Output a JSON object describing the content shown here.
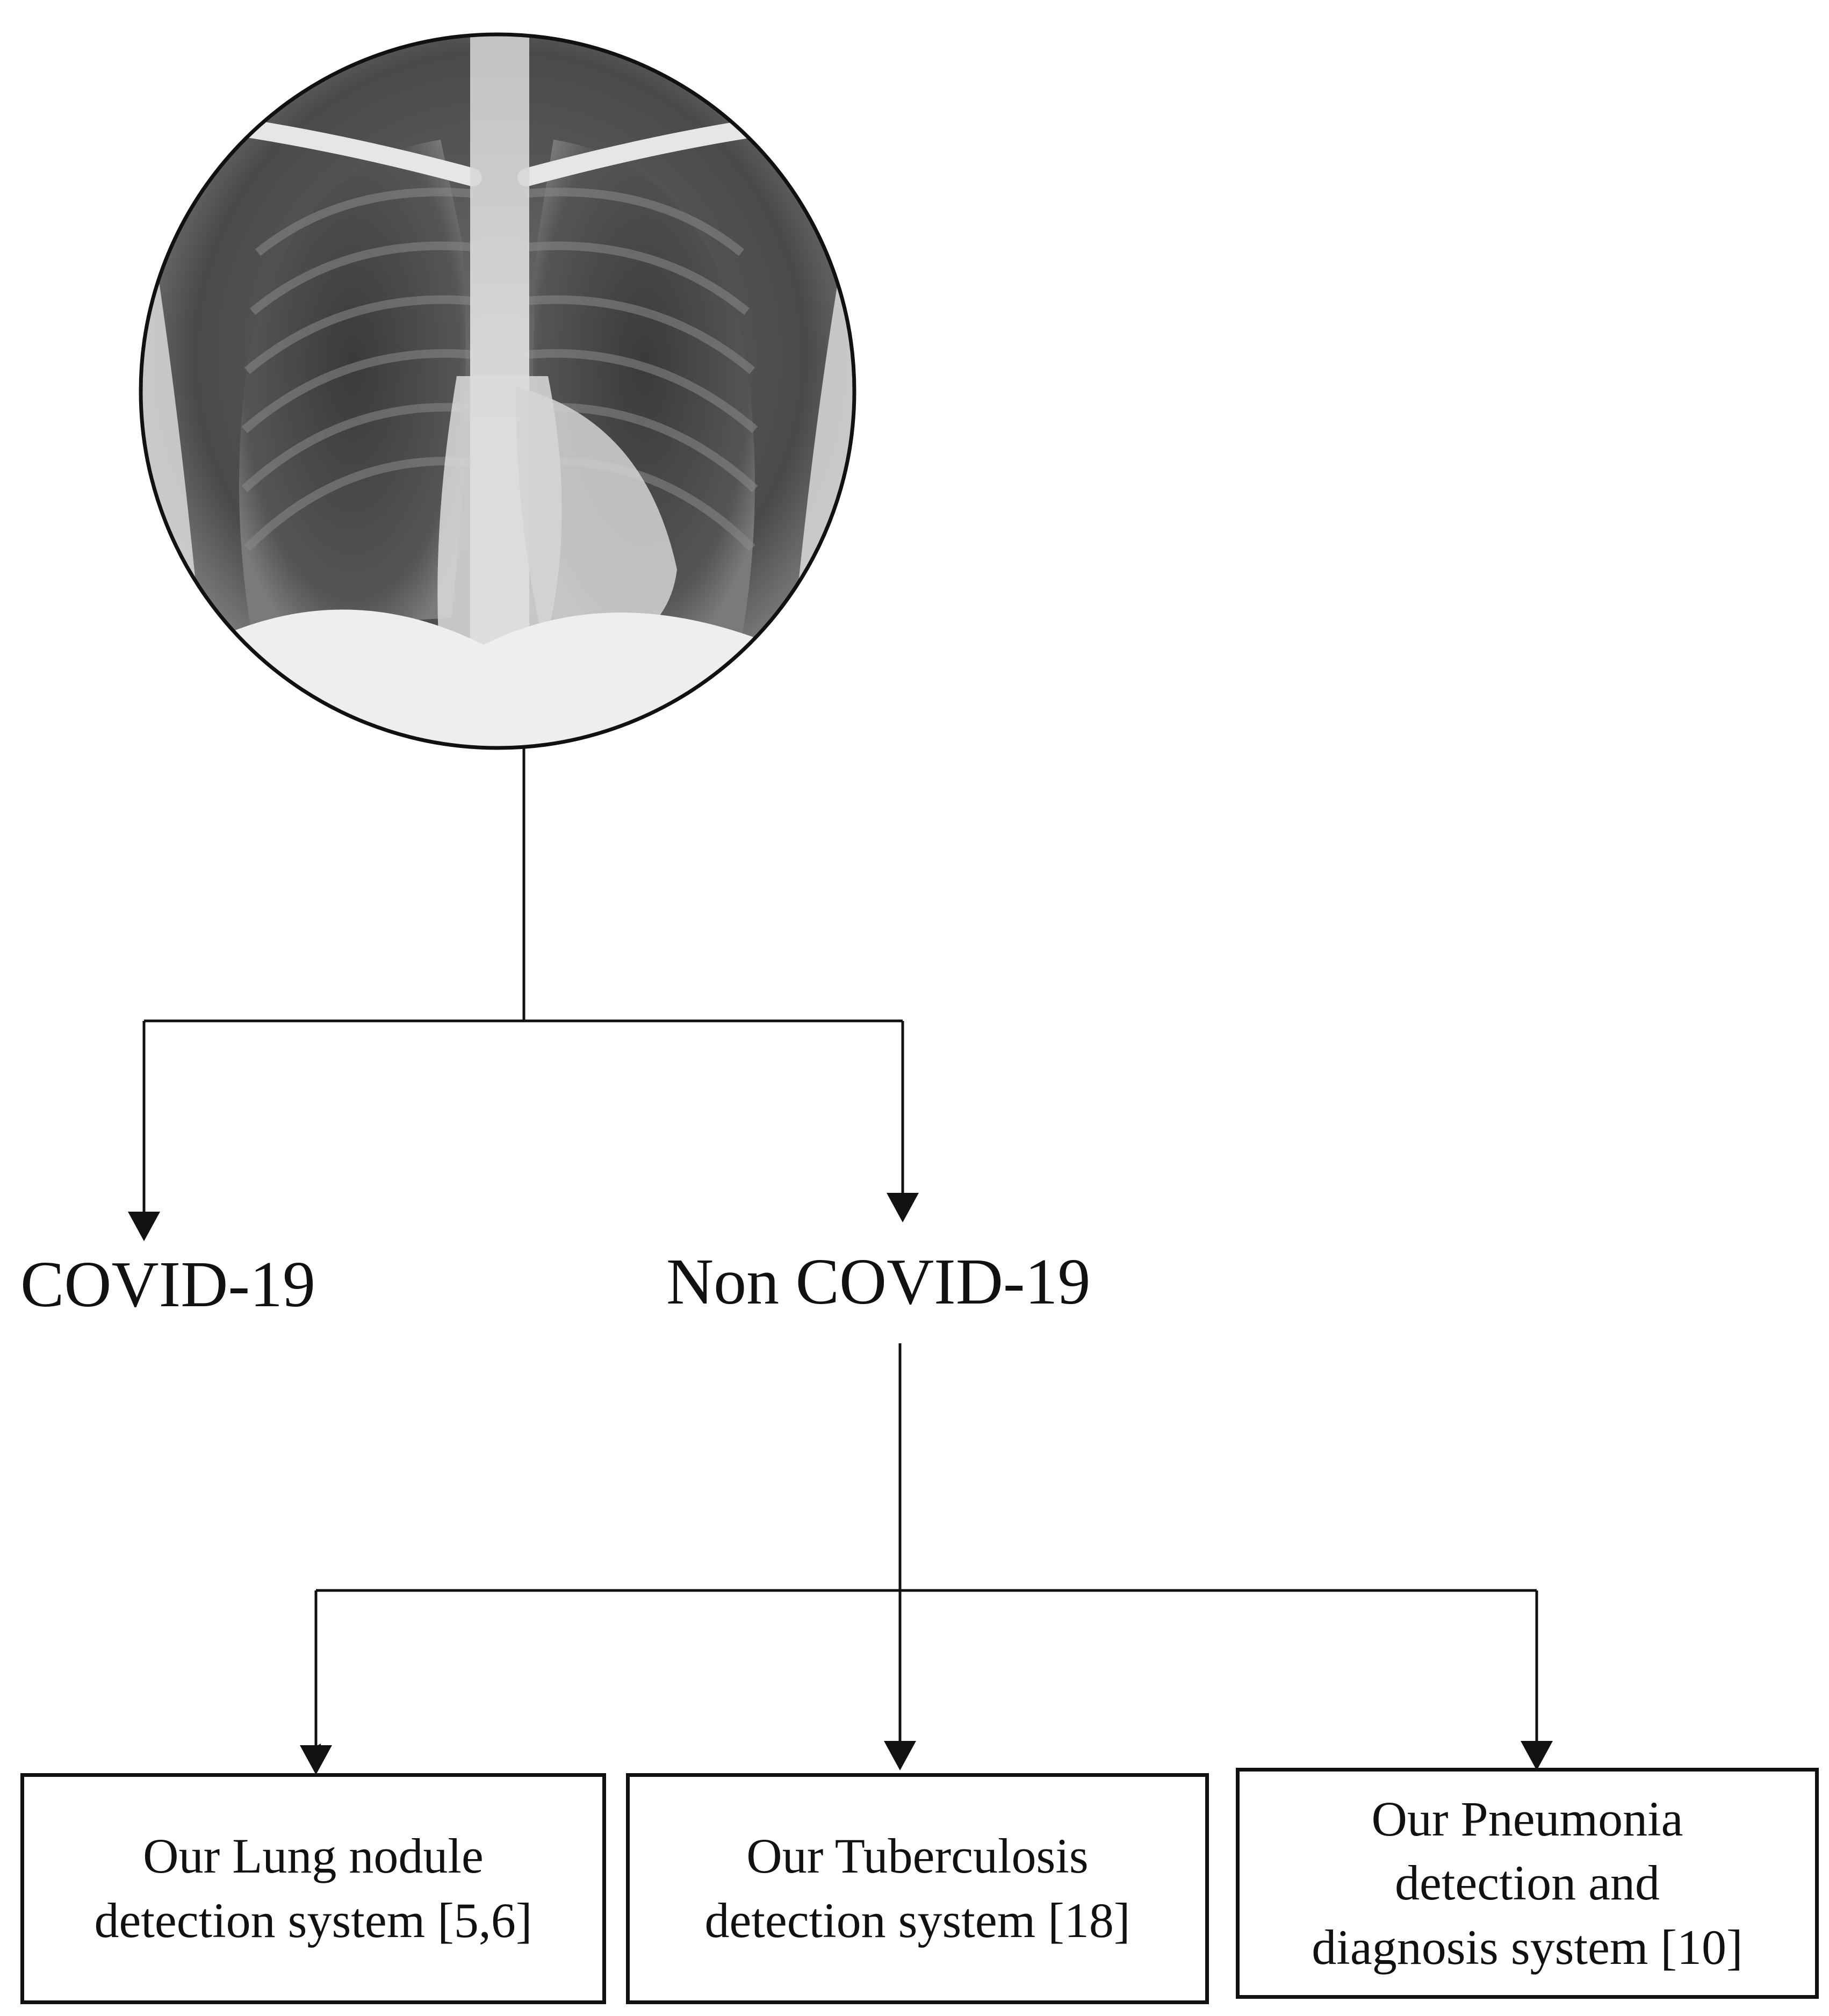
{
  "diagram": {
    "image": {
      "subject": "chest X-ray"
    },
    "level1": {
      "left_label": "COVID-19",
      "right_label": "Non COVID-19"
    },
    "level2": {
      "boxes": [
        {
          "lines": [
            "Our Lung nodule",
            "detection system [5,6]"
          ]
        },
        {
          "lines": [
            "Our Tuberculosis",
            "detection system [18]"
          ]
        },
        {
          "lines": [
            "Our Pneumonia",
            "detection and",
            "diagnosis system [10]"
          ]
        }
      ]
    }
  }
}
